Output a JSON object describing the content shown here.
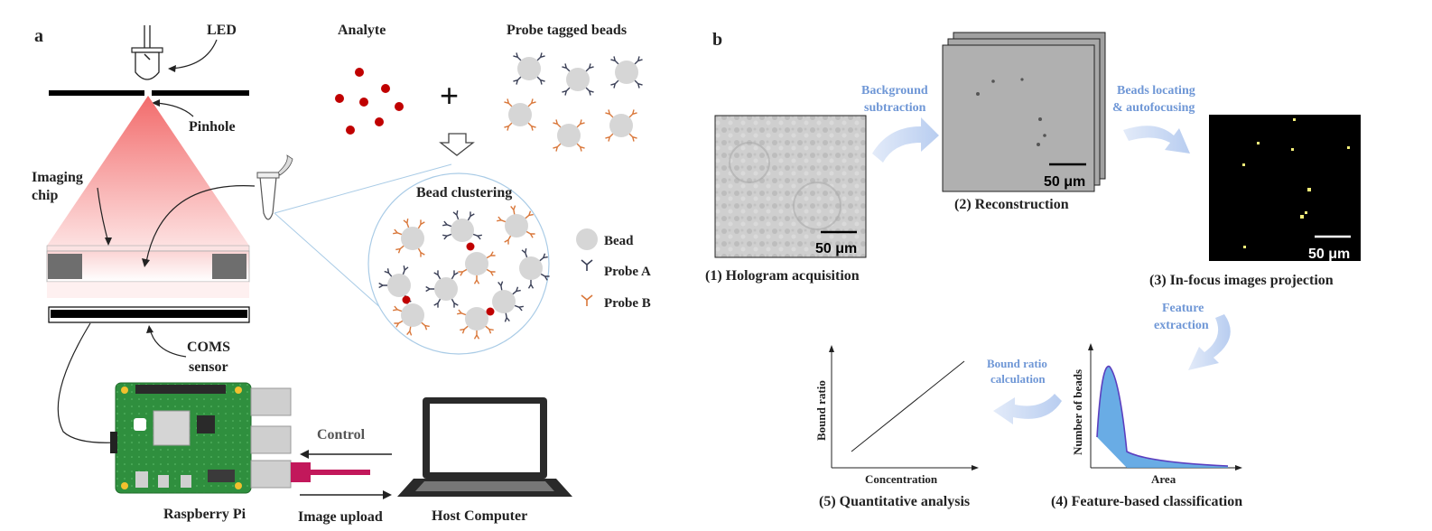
{
  "panel_a": {
    "panel_letter": "a",
    "led": "LED",
    "pinhole": "Pinhole",
    "imaging_chip": [
      "Imaging",
      "chip"
    ],
    "coms_sensor": [
      "COMS",
      "sensor"
    ],
    "analyte": "Analyte",
    "probe_tagged_beads": "Probe tagged beads",
    "plus": "+",
    "bead_clustering": "Bead clustering",
    "legend": {
      "bead": "Bead",
      "probe_a": "Probe A",
      "probe_b": "Probe B"
    },
    "raspberry_pi": "Raspberry Pi",
    "control": "Control",
    "image_upload": "Image upload",
    "host_computer": "Host Computer"
  },
  "panel_b": {
    "panel_letter": "b",
    "background_subtraction": [
      "Background",
      "subtraction"
    ],
    "beads_locating": [
      "Beads locating",
      "& autofocusing"
    ],
    "feature_extraction": [
      "Feature",
      "extraction"
    ],
    "bound_ratio_calculation": [
      "Bound ratio",
      "calculation"
    ],
    "step1": "(1) Hologram acquisition",
    "step2": "(2) Reconstruction",
    "step3": "(3) In-focus images projection",
    "step4": "(4) Feature-based classification",
    "step5": "(5) Quantitative analysis",
    "scale_bar": "50 μm",
    "plot4_xlabel": "Area",
    "plot4_ylabel": "Number of beads",
    "plot5_xlabel": "Concentration",
    "plot5_ylabel": "Bound ratio"
  },
  "colors": {
    "arrow_blue": "#c9d8f2",
    "label_blue": "#6f97d6",
    "analyte_red": "#c00000",
    "probe_a": "#3a3f56",
    "probe_b": "#d9773a",
    "bead_gray": "#d6d6d6",
    "light_cone": "#f08080",
    "histogram_blue": "#2f6fd0"
  }
}
